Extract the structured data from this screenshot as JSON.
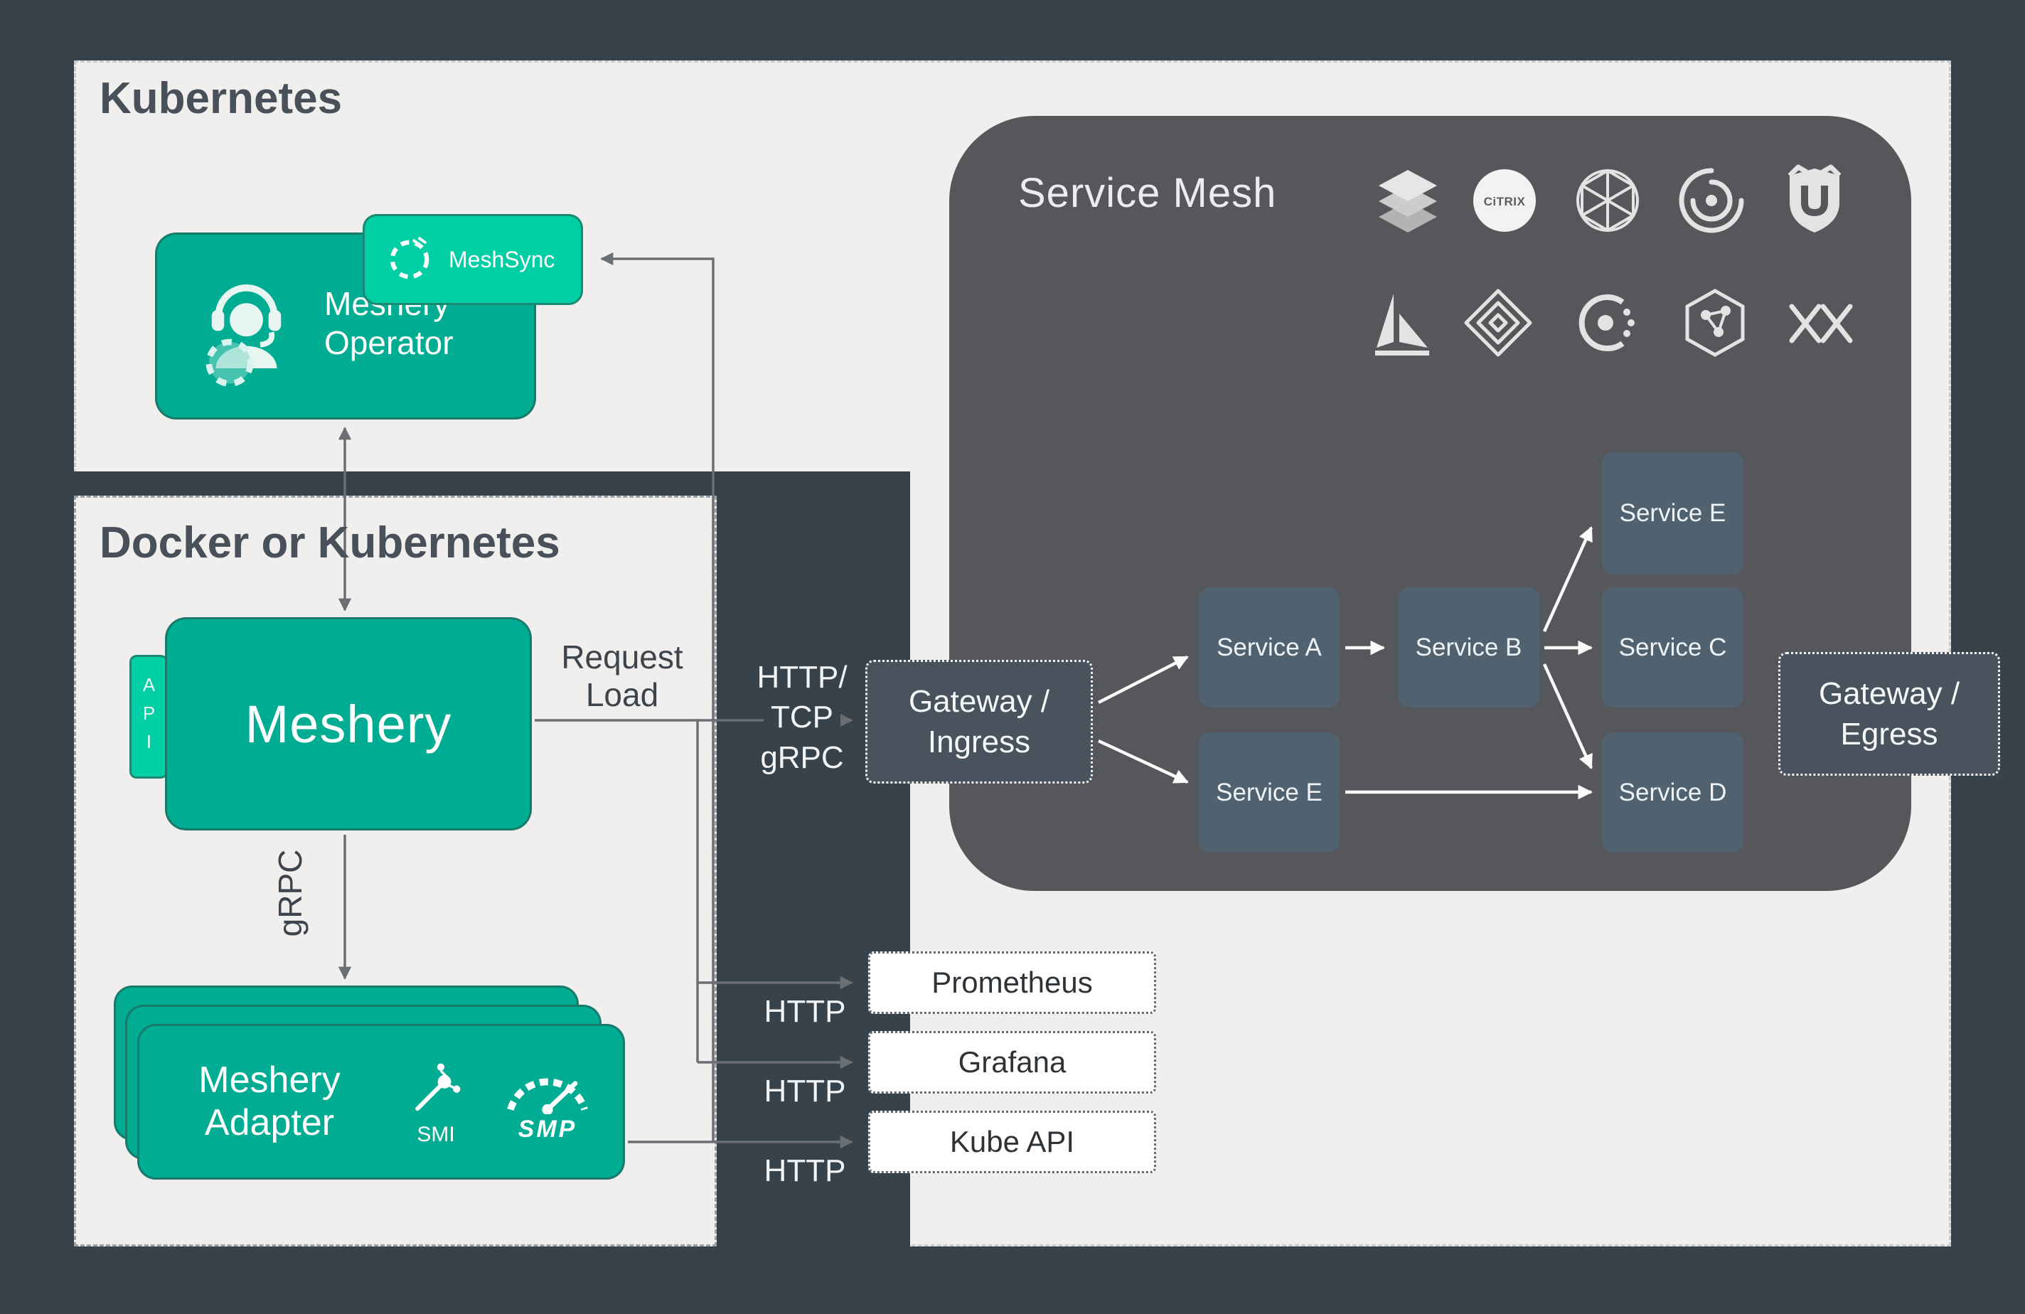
{
  "panels": {
    "kubernetes_title": "Kubernetes",
    "docker_title": "Docker or Kubernetes"
  },
  "operator": {
    "label": "Meshery Operator",
    "meshsync_label": "MeshSync"
  },
  "meshery": {
    "label": "Meshery",
    "api_label": "API"
  },
  "adapter": {
    "label": "Meshery Adapter",
    "smi_label": "SMI",
    "smp_label": "SMP"
  },
  "connections": {
    "request_load": "Request Load",
    "grpc": "gRPC",
    "ingress_protocols": [
      "HTTP/",
      "TCP",
      "gRPC"
    ],
    "http_prometheus": "HTTP",
    "http_grafana": "HTTP",
    "http_kube_api": "HTTP"
  },
  "external": {
    "gateway_ingress": "Gateway / Ingress",
    "gateway_egress": "Gateway / Egress",
    "prometheus": "Prometheus",
    "grafana": "Grafana",
    "kube_api": "Kube API"
  },
  "service_mesh": {
    "title": "Service Mesh",
    "citrix_text": "CiTRIX",
    "nodes": [
      {
        "label": "Service A"
      },
      {
        "label": "Service E"
      },
      {
        "label": "Service B"
      },
      {
        "label": "Service E"
      },
      {
        "label": "Service C"
      },
      {
        "label": "Service D"
      }
    ],
    "logo_names": [
      "layers",
      "citrix",
      "geodesic-sphere",
      "swirl",
      "kuma-bear",
      "istio-sail",
      "maze-cube",
      "consul-dots",
      "hexagon-network",
      "weave-cross"
    ]
  },
  "colors": {
    "bg-dark": "#37424b",
    "panel-light": "#f0efed",
    "teal": "#00ad93",
    "teal-bright": "#00cfa6",
    "mesh-gray": "#56575b",
    "node-slate": "#50626f",
    "gateway-dark": "#49535d",
    "line-gray": "#6b6f73",
    "text-dark": "#3d444c",
    "white": "#fafafa"
  }
}
